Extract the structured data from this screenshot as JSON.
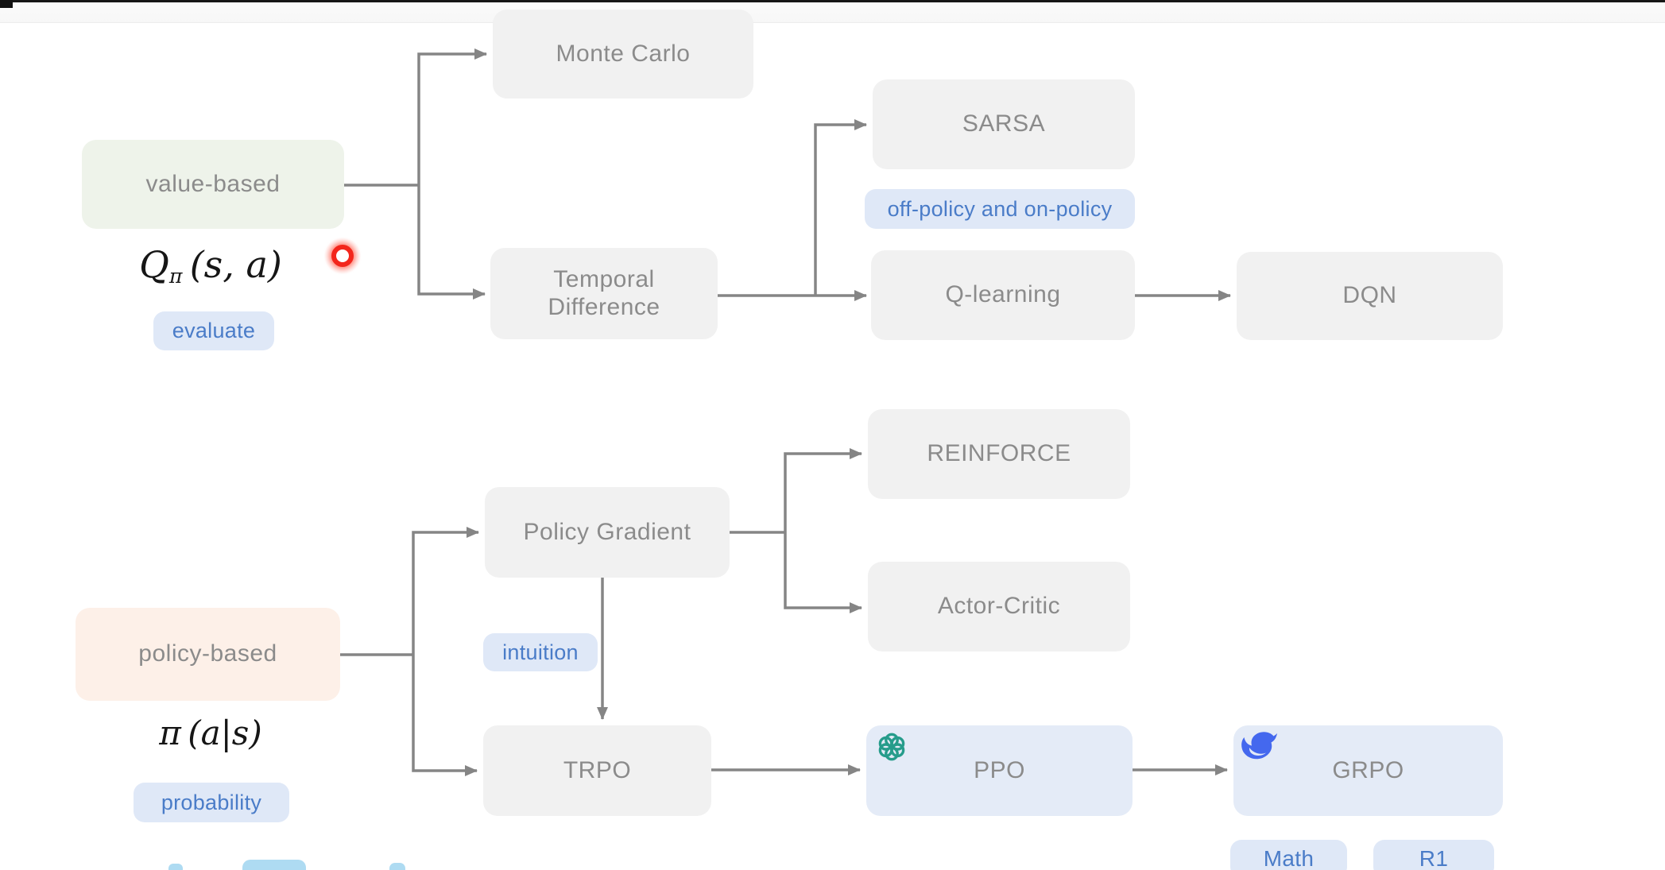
{
  "nodes": {
    "monte_carlo": "Monte Carlo",
    "sarsa": "SARSA",
    "temporal_difference": "Temporal Difference",
    "q_learning": "Q-learning",
    "dqn": "DQN",
    "policy_gradient": "Policy Gradient",
    "reinforce": "REINFORCE",
    "actor_critic": "Actor-Critic",
    "trpo": "TRPO",
    "ppo": "PPO",
    "grpo": "GRPO",
    "value_based": "value-based",
    "policy_based": "policy-based"
  },
  "badges": {
    "evaluate": "evaluate",
    "off_on_policy": "off-policy and on-policy",
    "intuition": "intuition",
    "probability": "probability",
    "math": "Math",
    "r1": "R1"
  },
  "formulas": {
    "q": {
      "base": "Q",
      "sub": "π",
      "args": "(s, a)"
    },
    "pi": {
      "base": "π",
      "args": "(a|s)"
    }
  },
  "icons": {
    "ppo_icon": "openai-icon",
    "grpo_icon": "deepseek-whale-icon"
  },
  "colors": {
    "node_gray_bg": "#f1f1f1",
    "node_blue_bg": "#e4ebf7",
    "value_based_bg": "#eef3ea",
    "policy_based_bg": "#fdf0e8",
    "badge_bg": "#dfe8f7",
    "badge_text": "#4a7cc8",
    "node_text": "#8b8b8b",
    "connector": "#858585",
    "openai_teal": "#269c8b",
    "deepseek_blue": "#4468ee",
    "laser_red": "#f3261c"
  }
}
